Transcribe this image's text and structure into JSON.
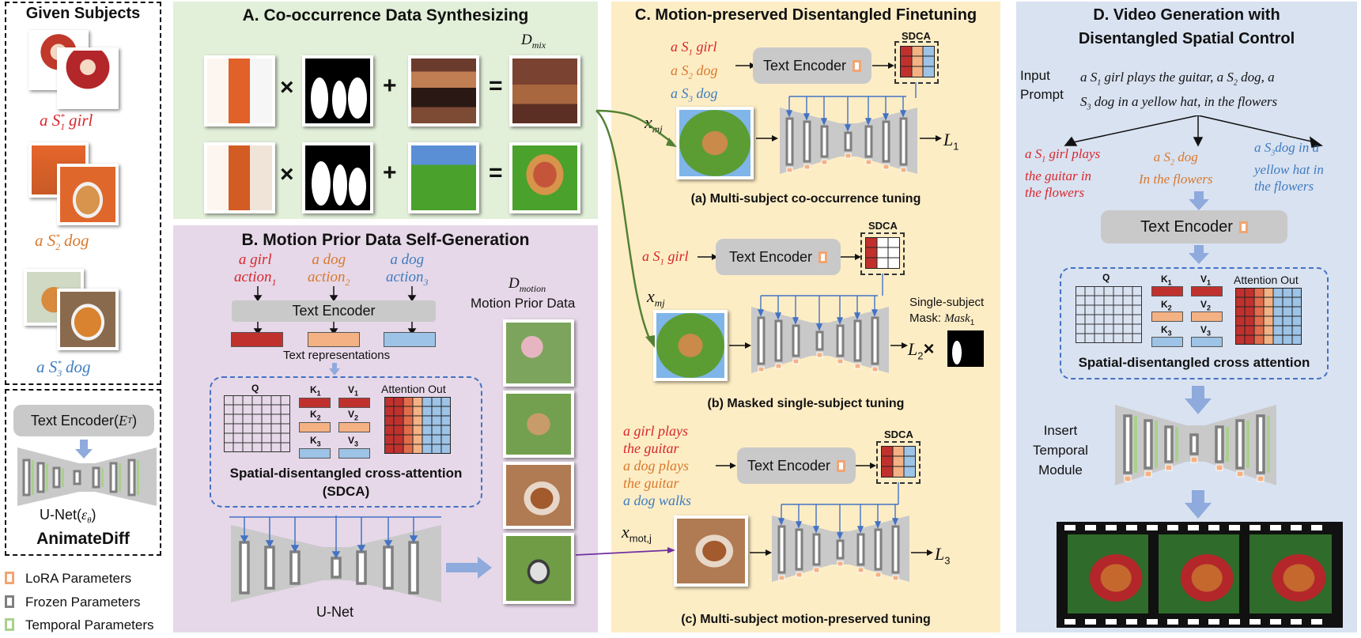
{
  "left_col": {
    "given_subjects": "Given Subjects",
    "subjects": [
      {
        "prefix": "a ",
        "token": "S",
        "sub": "1",
        "sup": "*",
        "noun": " girl"
      },
      {
        "prefix": "a ",
        "token": "S",
        "sub": "2",
        "sup": "*",
        "noun": " dog"
      },
      {
        "prefix": "a ",
        "token": "S",
        "sub": "3",
        "sup": "*",
        "noun": " dog"
      }
    ],
    "text_encoder": "Text Encoder(",
    "text_encoder_sym": "E",
    "text_encoder_sub": "T",
    "text_encoder_close": ")",
    "unet_label": "U-Net(",
    "unet_sym": "ε",
    "unet_sub": "θ",
    "unet_close": ")",
    "animatediff": "AnimateDiff",
    "legend": [
      "LoRA Parameters",
      "Frozen Parameters",
      "Temporal Parameters"
    ]
  },
  "panel_a": {
    "title": "A. Co-occurrence Data Synthesizing",
    "dmix_sym": "D",
    "dmix_sub": "mix",
    "ops": [
      "×",
      "+",
      "=",
      "×",
      "+",
      "="
    ]
  },
  "panel_b": {
    "title": "B. Motion Prior Data Self-Generation",
    "prompts": [
      {
        "l1": "a girl",
        "l2": "action",
        "sub": "1"
      },
      {
        "l1": "a dog",
        "l2": "action",
        "sub": "2"
      },
      {
        "l1": "a dog",
        "l2": "action",
        "sub": "3"
      }
    ],
    "text_encoder": "Text Encoder",
    "text_representations": "Text representations",
    "q": "Q",
    "k": [
      "K",
      "K",
      "K"
    ],
    "v": [
      "V",
      "V",
      "V"
    ],
    "kv_subs": [
      "1",
      "2",
      "3"
    ],
    "attention_out": "Attention Out",
    "sdca_line1": "Spatial-disentangled cross-attention",
    "sdca_line2": "(SDCA)",
    "unet": "U-Net",
    "dmotion_sym": "D",
    "dmotion_sub": "motion",
    "motion_prior_data": "Motion Prior Data"
  },
  "panel_c": {
    "title": "C. Motion-preserved Disentangled Finetuning",
    "sdca": "SDCA",
    "text_encoder": "Text Encoder",
    "a_prompts": [
      "a S",
      "a S",
      "a S"
    ],
    "a_prompt_nouns": [
      " girl",
      " dog",
      " dog"
    ],
    "xmj": "x",
    "xmj_sub": "mj",
    "l1": "L",
    "l1_sub": "1",
    "caption_a": "(a) Multi-subject co-occurrence tuning",
    "b_prompt": "a S",
    "b_prompt_noun": " girl",
    "single_subject": "Single-subject",
    "mask_label": "Mask: ",
    "mask_sym": "Mask",
    "mask_sub": "1",
    "l2": "L",
    "l2_sub": "2",
    "caption_b": "(b) Masked single-subject tuning",
    "c_prompt_lines": [
      "a girl plays",
      "the guitar",
      "a dog plays",
      "the guitar",
      "a dog walks"
    ],
    "xmot": "x",
    "xmot_sub": "mot,j",
    "l3": "L",
    "l3_sub": "3",
    "caption_c": "(c) Multi-subject motion-preserved tuning"
  },
  "panel_d": {
    "title_line1": "D. Video Generation with",
    "title_line2": "Disentangled Spatial Control",
    "input_label_1": "Input",
    "input_label_2": "Prompt",
    "prompt_line1_a": "a S",
    "prompt_line1_b": " girl plays the guitar, a S",
    "prompt_line1_c": " dog, a",
    "prompt_line2_a": "S",
    "prompt_line2_b": " dog in a yellow hat, in the flowers",
    "split_red": [
      "a S",
      " girl plays",
      "the guitar in",
      "the flowers"
    ],
    "split_org": [
      "a S",
      " dog",
      "In the flowers"
    ],
    "split_blu": [
      "a S",
      "dog in a",
      "yellow hat in",
      "the flowers"
    ],
    "text_encoder": "Text Encoder",
    "q": "Q",
    "attention_out": "Attention Out",
    "sdca_caption": "Spatial-disentangled cross attention",
    "insert_temporal": [
      "Insert",
      "Temporal",
      "Module"
    ]
  },
  "colors": {
    "panel_a_bg": "#e2efd9",
    "panel_b_bg": "#e6d8e8",
    "panel_c_bg": "#fdedc5",
    "panel_d_bg": "#d9e2f1",
    "red": "#d8262c",
    "orange": "#d9782b",
    "blue": "#3d7cc0",
    "lora": "#f2a572",
    "frozen": "#808080",
    "temporal": "#a9d18e",
    "arrow_blue": "#8faadc",
    "green_arrow": "#548235",
    "purple_arrow": "#7030a0"
  }
}
